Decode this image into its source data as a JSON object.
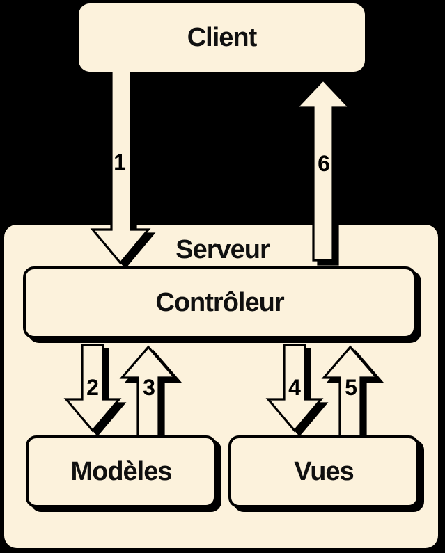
{
  "diagram": {
    "type": "architecture-flow",
    "colors": {
      "background": "#000000",
      "box_fill": "#FCF2DC",
      "outline": "#000000",
      "text": "#101010"
    },
    "nodes": {
      "client": {
        "label": "Client"
      },
      "server": {
        "label": "Serveur"
      },
      "controller": {
        "label": "Contrôleur"
      },
      "models": {
        "label": "Modèles"
      },
      "views": {
        "label": "Vues"
      }
    },
    "arrows": [
      {
        "number": "1",
        "from": "Client",
        "to": "Contrôleur",
        "direction": "down"
      },
      {
        "number": "2",
        "from": "Contrôleur",
        "to": "Modèles",
        "direction": "down"
      },
      {
        "number": "3",
        "from": "Modèles",
        "to": "Contrôleur",
        "direction": "up"
      },
      {
        "number": "4",
        "from": "Contrôleur",
        "to": "Vues",
        "direction": "down"
      },
      {
        "number": "5",
        "from": "Vues",
        "to": "Contrôleur",
        "direction": "up"
      },
      {
        "number": "6",
        "from": "Serveur",
        "to": "Client",
        "direction": "up"
      }
    ]
  }
}
